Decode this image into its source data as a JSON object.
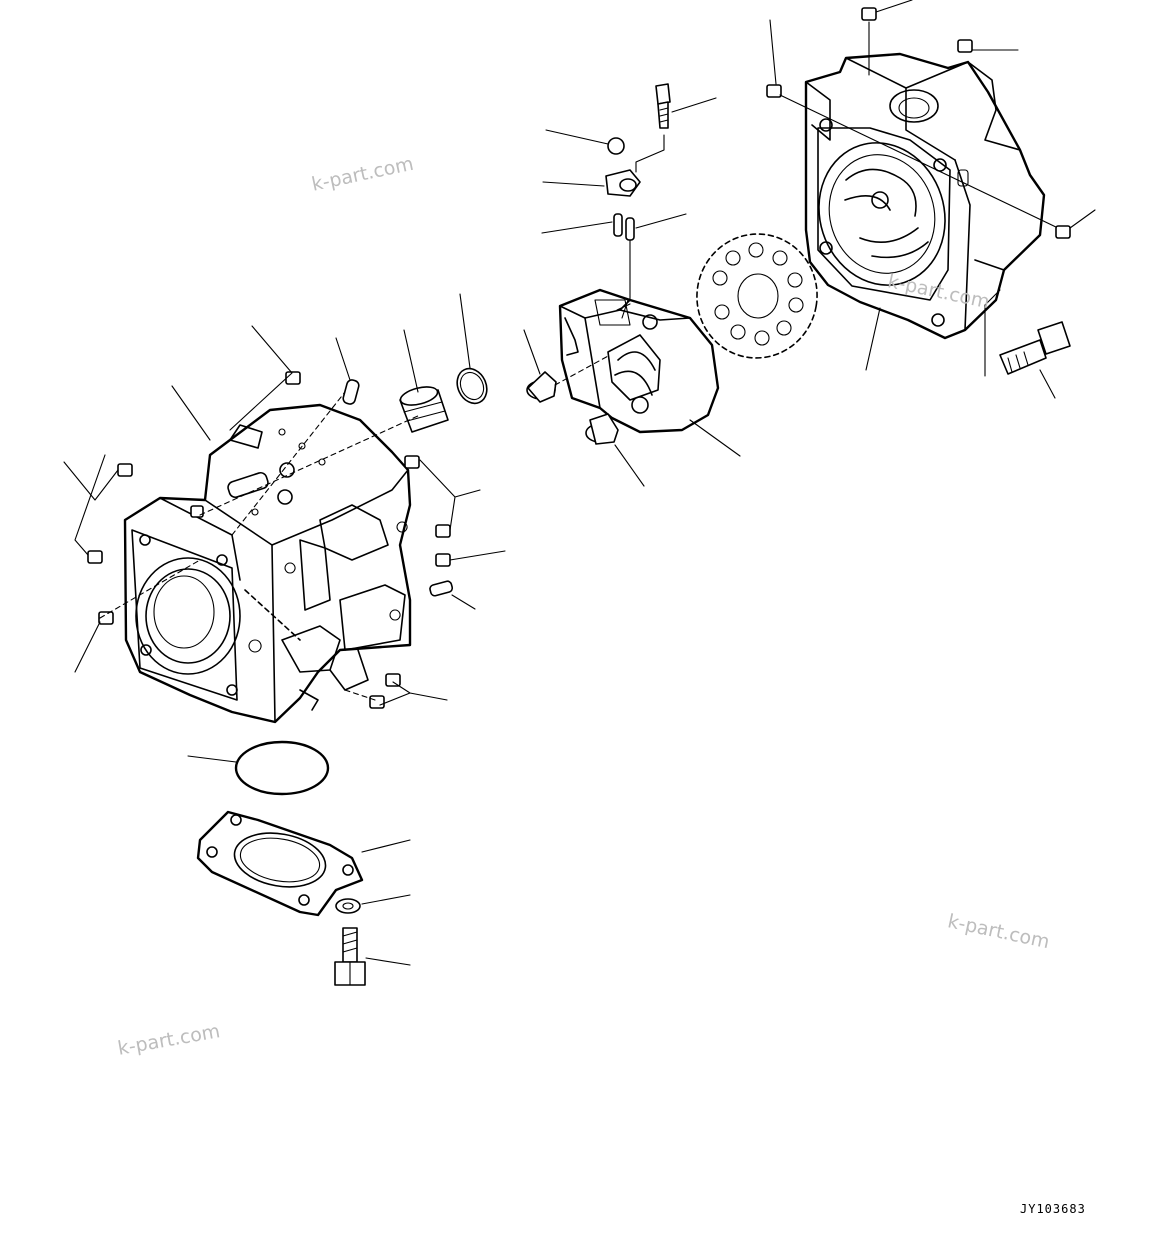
{
  "watermarks": [
    "k-part.com",
    "k-part.com",
    "k-part.com",
    "k-part.com"
  ],
  "drawing_code": "JY103683",
  "colors": {
    "line": "#000000",
    "watermark": "#bdbdbd",
    "background": "#ffffff"
  }
}
